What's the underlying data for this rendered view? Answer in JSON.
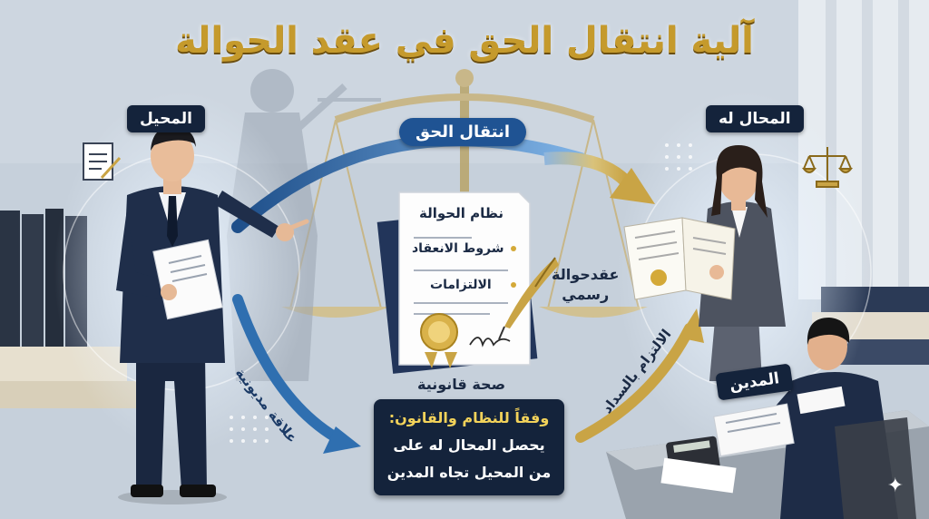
{
  "title": "آلية انتقال الحق في عقد الحوالة",
  "parties": {
    "assignor": "المحيل",
    "assignee": "المحال له",
    "debtor": "المدين"
  },
  "arrows": {
    "transfer": "انتقال الحق",
    "debt_relation": "علاقة مديونية",
    "payment_obligation": "الالتزام بالسداد"
  },
  "document": {
    "heading": "نظام الحوالة",
    "items": [
      "شروط الانعقاد",
      "الالتزامات"
    ],
    "side_caption_line1": "عقدحوالة",
    "side_caption_line2": "رسمي",
    "bottom_caption": "صحة قانونية"
  },
  "info_box": {
    "line1": "وفقاً للنظام والقانون:",
    "line2": "يحصل المحال له على",
    "line3": "من المحيل تجاه المدين"
  },
  "colors": {
    "title_gold": "#c59a2c",
    "navy": "#14233b",
    "arrow_blue": "#2f6fb0",
    "arrow_gold": "#c9a445",
    "highlight_yellow": "#f2d25a"
  },
  "icons": [
    "document-icon",
    "scales-icon",
    "seal-icon",
    "quill-icon",
    "calculator-icon",
    "sparkle-icon"
  ]
}
